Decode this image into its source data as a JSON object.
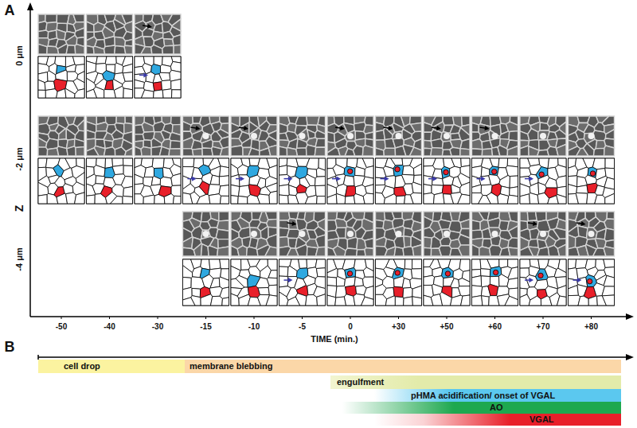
{
  "diagram": {
    "nodes": [
      {
        "text": [
          "cell drop"
        ]
      },
      {
        "text": [
          "membrane blebbing"
        ]
      },
      {
        "text": [
          "engulfment"
        ]
      },
      {
        "text": [
          "pHMA acidification/ onset of VGAL"
        ]
      },
      {
        "text": [
          "AO"
        ]
      },
      {
        "text": [
          "VGAL"
        ]
      }
    ],
    "labels": [
      "A",
      "Z",
      "0 μm",
      "-2 μm",
      "-4 μm",
      "-50",
      "-40",
      "-30",
      "-15",
      "-10",
      "-5",
      "0",
      "+30",
      "+50",
      "+60",
      "+70",
      "+80",
      "TIME (min.)",
      "B"
    ]
  }
}
